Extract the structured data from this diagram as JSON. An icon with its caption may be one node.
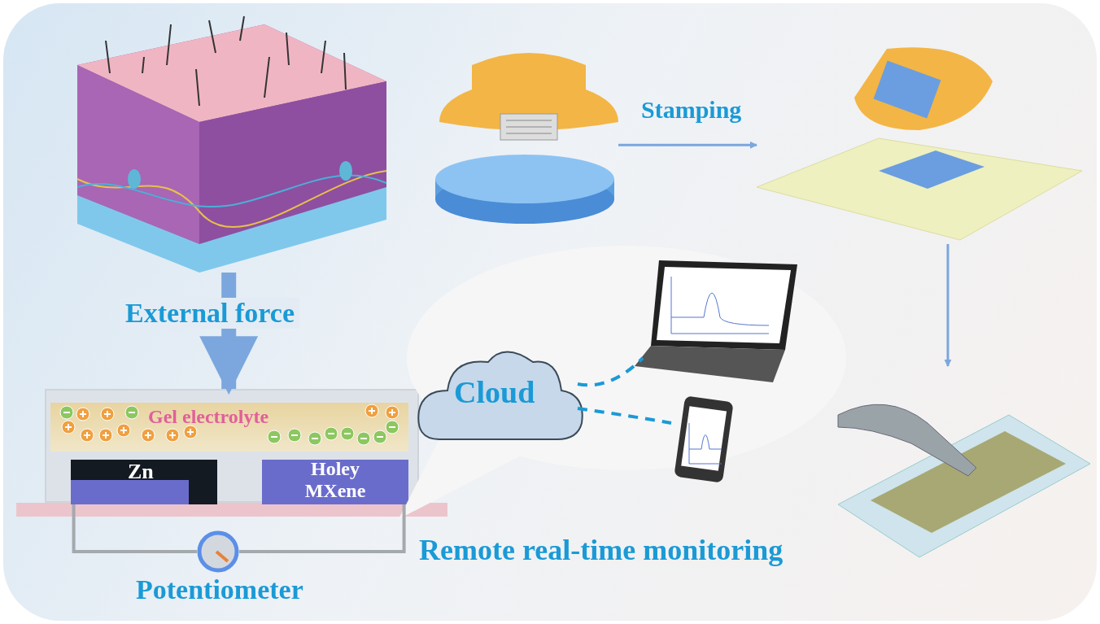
{
  "diagram": {
    "nodes": [
      {
        "text": [],
        "shape": "picture"
      },
      {
        "text": [],
        "shape": "box"
      },
      {
        "text": [
          "Gel electrolyte"
        ],
        "in": 1
      },
      {
        "text": [
          "Zn"
        ],
        "in": 1
      },
      {
        "text": [
          "Holey MXene"
        ],
        "in": 1
      },
      {
        "text": [
          "Potentiometer"
        ]
      },
      {
        "text": [],
        "shape": "picture"
      },
      {
        "text": [],
        "shape": "picture"
      },
      {
        "text": [],
        "shape": "picture"
      },
      {
        "text": [
          "Remote real-time monitoring"
        ]
      },
      {
        "text": [
          "Cloud"
        ],
        "in": 9
      },
      {
        "text": [],
        "shape": "picture",
        "in": 9
      },
      {
        "text": [],
        "shape": "picture",
        "in": 9
      },
      {
        "text": [],
        "shape": "bar"
      }
    ],
    "edges": [
      {
        "from": 0,
        "to": 1,
        "arrow": "to",
        "label": "External force",
        "style": "thick"
      },
      {
        "from": 3,
        "to": 5,
        "arrow": "none"
      },
      {
        "from": 4,
        "to": 5,
        "arrow": "none"
      },
      {
        "from": 6,
        "to": 7,
        "arrow": "to",
        "label": "Stamping"
      },
      {
        "from": 7,
        "to": 8,
        "arrow": "to"
      },
      {
        "from": 10,
        "to": 11,
        "arrow": "none",
        "style": "dashed",
        "color": "#1a9ad6"
      },
      {
        "from": 10,
        "to": 12,
        "arrow": "none",
        "style": "dashed",
        "color": "#1a9ad6"
      }
    ]
  }
}
